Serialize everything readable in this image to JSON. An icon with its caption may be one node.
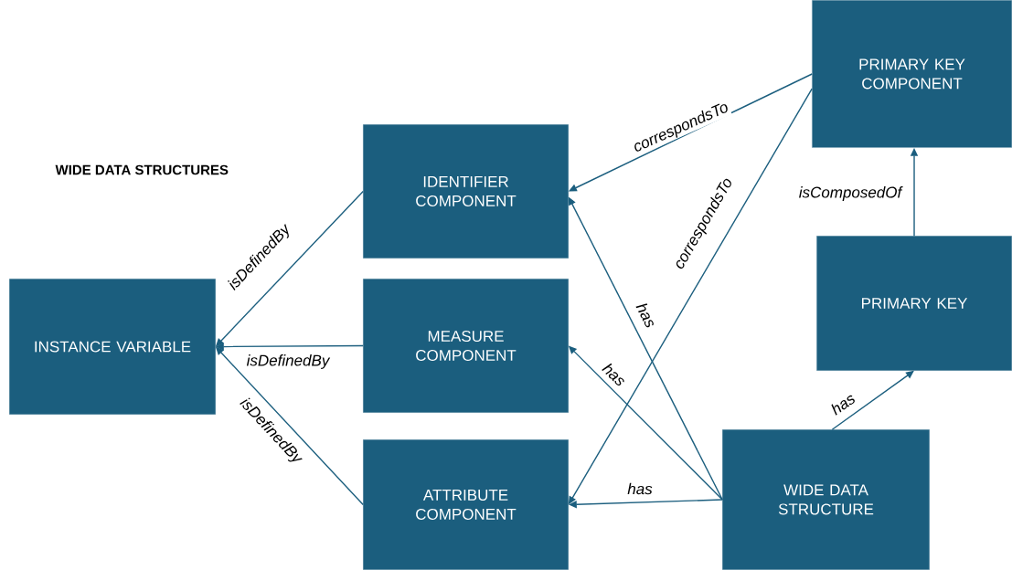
{
  "diagram": {
    "title": "WIDE DATA STRUCTURES",
    "nodes": [
      {
        "text": [
          "INSTANCE VARIABLE"
        ]
      },
      {
        "text": [
          "IDENTIFIER COMPONENT"
        ]
      },
      {
        "text": [
          "MEASURE COMPONENT"
        ]
      },
      {
        "text": [
          "ATTRIBUTE COMPONENT"
        ]
      },
      {
        "text": [
          "PRIMARY KEY COMPONENT"
        ]
      },
      {
        "text": [
          "PRIMARY KEY"
        ]
      },
      {
        "text": [
          "WIDE DATA STRUCTURE"
        ]
      }
    ],
    "edges": [
      {
        "from": 1,
        "to": 0,
        "arrow": "to",
        "label": "isDefinedBy"
      },
      {
        "from": 2,
        "to": 0,
        "arrow": "to",
        "label": "isDefinedBy"
      },
      {
        "from": 3,
        "to": 0,
        "arrow": "to",
        "label": "isDefinedBy"
      },
      {
        "from": 4,
        "to": 1,
        "arrow": "to",
        "label": "correspondsTo"
      },
      {
        "from": 4,
        "to": 3,
        "arrow": "to",
        "label": "correspondsTo"
      },
      {
        "from": 6,
        "to": 1,
        "arrow": "to",
        "label": "has"
      },
      {
        "from": 6,
        "to": 2,
        "arrow": "to",
        "label": "has"
      },
      {
        "from": 6,
        "to": 3,
        "arrow": "to",
        "label": "has"
      },
      {
        "from": 6,
        "to": 5,
        "arrow": "to",
        "label": "has"
      },
      {
        "from": 5,
        "to": 4,
        "arrow": "to",
        "label": "isComposedOf"
      }
    ]
  }
}
